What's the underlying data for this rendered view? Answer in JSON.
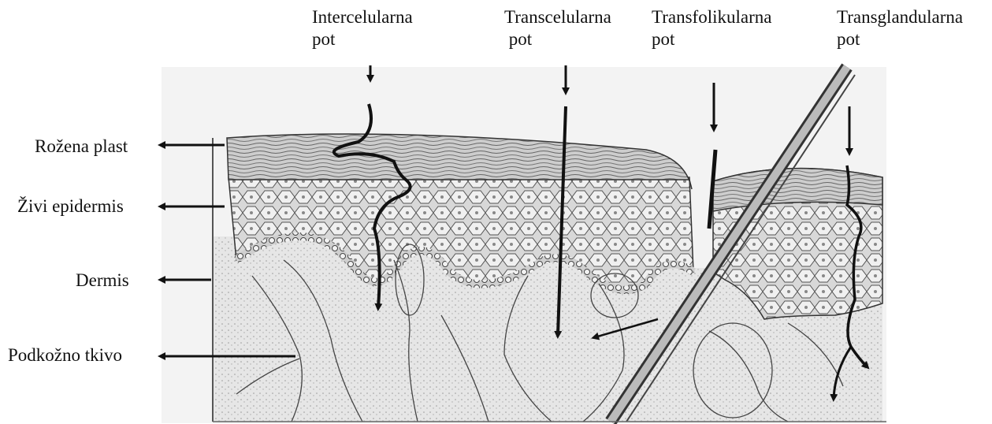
{
  "routes": [
    {
      "line1": "Intercelularna",
      "line2": "pot"
    },
    {
      "line1": "Transcelularna",
      "line2": " pot"
    },
    {
      "line1": "Transfolikularna",
      "line2": "pot"
    },
    {
      "line1": "Transglandularna",
      "line2": "pot"
    }
  ],
  "layers": [
    "Rožena plast",
    "Živi epidermis",
    "Dermis ",
    "Podkožno tkivo"
  ]
}
